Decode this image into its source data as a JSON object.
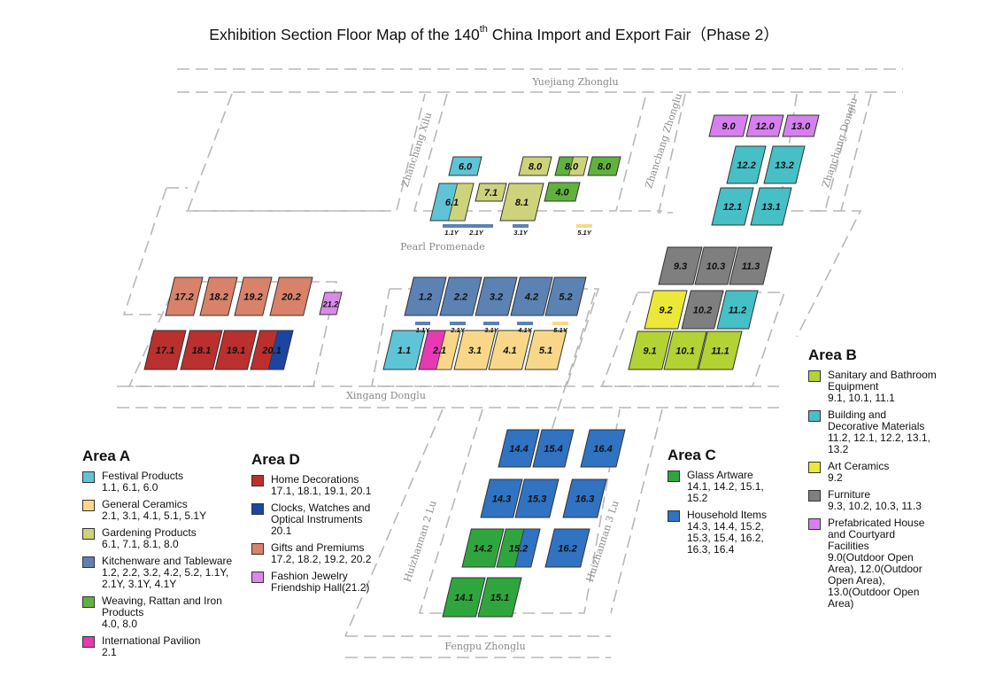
{
  "title": {
    "pre": "Exhibition Section Floor Map of the 140",
    "sup": "th",
    "post": " China Import and Export Fair（Phase 2）"
  },
  "colors": {
    "festival": "#5fc4d6",
    "ceramics": "#f8d888",
    "gardening": "#ccd37a",
    "kitchen": "#5b82b2",
    "weaving": "#60b23e",
    "intl": "#e639b3",
    "home": "#b9302e",
    "clocks": "#1c45a2",
    "gifts": "#d8826a",
    "fashion": "#d98ae9",
    "sanitary": "#b3d233",
    "building": "#46bfc6",
    "artcer": "#ece839",
    "furniture": "#7f7f7f",
    "prefab": "#d67fef",
    "glass": "#2fa63d",
    "household": "#2f73c2"
  },
  "streets": [
    {
      "id": "yuejiang-zhonglu",
      "text": "Yuejiang Zhonglu"
    },
    {
      "id": "zhanchang-xilu",
      "text": "Zhanchang Xilu"
    },
    {
      "id": "zhanchang-zhonglu",
      "text": "Zhanchang Zhonglu"
    },
    {
      "id": "zhanchang-donglu",
      "text": "Zhanchang Donglu"
    },
    {
      "id": "pearl-promenade",
      "text": "Pearl Promenade"
    },
    {
      "id": "xingang-donglu",
      "text": "Xingang Donglu"
    },
    {
      "id": "huizhannan-2-lu",
      "text": "Huizhannan 2 Lu"
    },
    {
      "id": "huizhannan-3-lu",
      "text": "Huizhannan 3 Lu"
    },
    {
      "id": "fengpu-zhonglu",
      "text": "Fengpu Zhonglu"
    }
  ],
  "halls": [
    {
      "label": "6.0",
      "fills": [
        "festival"
      ]
    },
    {
      "label": "8.0",
      "fills": [
        "gardening"
      ]
    },
    {
      "label": "8.0",
      "fills": [
        "weaving",
        "gardening"
      ]
    },
    {
      "label": "8.0",
      "fills": [
        "weaving"
      ]
    },
    {
      "label": "6.1",
      "fills": [
        "festival",
        "gardening"
      ]
    },
    {
      "label": "7.1",
      "fills": [
        "gardening"
      ]
    },
    {
      "label": "8.1",
      "fills": [
        "gardening"
      ]
    },
    {
      "label": "4.0",
      "fills": [
        "weaving"
      ]
    },
    {
      "label": "9.0",
      "fills": [
        "prefab"
      ]
    },
    {
      "label": "12.0",
      "fills": [
        "prefab"
      ]
    },
    {
      "label": "13.0",
      "fills": [
        "prefab"
      ]
    },
    {
      "label": "12.2",
      "fills": [
        "building"
      ]
    },
    {
      "label": "13.2",
      "fills": [
        "building"
      ]
    },
    {
      "label": "12.1",
      "fills": [
        "building"
      ]
    },
    {
      "label": "13.1",
      "fills": [
        "building"
      ]
    },
    {
      "label": "17.2",
      "fills": [
        "gifts"
      ]
    },
    {
      "label": "18.2",
      "fills": [
        "gifts"
      ]
    },
    {
      "label": "19.2",
      "fills": [
        "gifts"
      ]
    },
    {
      "label": "20.2",
      "fills": [
        "gifts"
      ]
    },
    {
      "label": "21.2",
      "fills": [
        "fashion"
      ]
    },
    {
      "label": "17.1",
      "fills": [
        "home"
      ]
    },
    {
      "label": "18.1",
      "fills": [
        "home"
      ]
    },
    {
      "label": "19.1",
      "fills": [
        "home"
      ]
    },
    {
      "label": "20.1",
      "fills": [
        "home",
        "clocks"
      ]
    },
    {
      "label": "1.2",
      "fills": [
        "kitchen"
      ]
    },
    {
      "label": "2.2",
      "fills": [
        "kitchen"
      ]
    },
    {
      "label": "3.2",
      "fills": [
        "kitchen"
      ]
    },
    {
      "label": "4.2",
      "fills": [
        "kitchen"
      ]
    },
    {
      "label": "5.2",
      "fills": [
        "kitchen"
      ]
    },
    {
      "label": "1.1",
      "fills": [
        "festival"
      ]
    },
    {
      "label": "2.1",
      "fills": [
        "intl",
        "ceramics"
      ]
    },
    {
      "label": "3.1",
      "fills": [
        "ceramics"
      ]
    },
    {
      "label": "4.1",
      "fills": [
        "ceramics"
      ]
    },
    {
      "label": "5.1",
      "fills": [
        "ceramics"
      ]
    },
    {
      "label": "9.3",
      "fills": [
        "furniture"
      ]
    },
    {
      "label": "10.3",
      "fills": [
        "furniture"
      ]
    },
    {
      "label": "11.3",
      "fills": [
        "furniture"
      ]
    },
    {
      "label": "9.2",
      "fills": [
        "artcer"
      ]
    },
    {
      "label": "10.2",
      "fills": [
        "furniture"
      ]
    },
    {
      "label": "11.2",
      "fills": [
        "building"
      ]
    },
    {
      "label": "9.1",
      "fills": [
        "sanitary"
      ]
    },
    {
      "label": "10.1",
      "fills": [
        "sanitary"
      ]
    },
    {
      "label": "11.1",
      "fills": [
        "sanitary"
      ]
    },
    {
      "label": "14.4",
      "fills": [
        "household"
      ]
    },
    {
      "label": "15.4",
      "fills": [
        "household"
      ]
    },
    {
      "label": "16.4",
      "fills": [
        "household"
      ]
    },
    {
      "label": "14.3",
      "fills": [
        "household"
      ]
    },
    {
      "label": "15.3",
      "fills": [
        "household"
      ]
    },
    {
      "label": "16.3",
      "fills": [
        "household"
      ]
    },
    {
      "label": "14.2",
      "fills": [
        "glass"
      ]
    },
    {
      "label": "15.2",
      "fills": [
        "glass",
        "household"
      ]
    },
    {
      "label": "16.2",
      "fills": [
        "household"
      ]
    },
    {
      "label": "14.1",
      "fills": [
        "glass"
      ]
    },
    {
      "label": "15.1",
      "fills": [
        "glass"
      ]
    }
  ],
  "mezzanines": [
    {
      "label": "1.1Y",
      "fill": "kitchen"
    },
    {
      "label": "2.1Y",
      "fill": "kitchen"
    },
    {
      "label": "3.1Y",
      "fill": "kitchen"
    },
    {
      "label": "5.1Y",
      "fill": "ceramics"
    },
    {
      "label": "1.1Y",
      "fill": "kitchen"
    },
    {
      "label": "2.1Y",
      "fill": "kitchen"
    },
    {
      "label": "3.1Y",
      "fill": "kitchen"
    },
    {
      "label": "4.1Y",
      "fill": "kitchen"
    },
    {
      "label": "5.1Y",
      "fill": "ceramics"
    }
  ],
  "legend": {
    "areaA": {
      "title": "Area A",
      "items": [
        {
          "color": "festival",
          "label": "Festival Products",
          "halls": "1.1, 6.1, 6.0"
        },
        {
          "color": "ceramics",
          "label": "General Ceramics",
          "halls": "2.1, 3.1, 4.1, 5.1, 5.1Y"
        },
        {
          "color": "gardening",
          "label": "Gardening Products",
          "halls": "6.1, 7.1, 8.1, 8.0"
        },
        {
          "color": "kitchen",
          "label": "Kitchenware and Tableware",
          "halls": "1.2, 2.2, 3.2, 4.2, 5.2, 1.1Y, 2.1Y, 3.1Y, 4.1Y"
        },
        {
          "color": "weaving",
          "label": "Weaving, Rattan and Iron Products",
          "halls": "4.0, 8.0"
        },
        {
          "color": "intl",
          "label": "International Pavilion",
          "halls": "2.1"
        }
      ]
    },
    "areaD": {
      "title": "Area D",
      "items": [
        {
          "color": "home",
          "label": "Home Decorations",
          "halls": "17.1, 18.1, 19.1, 20.1"
        },
        {
          "color": "clocks",
          "label": "Clocks, Watches and Optical Instruments",
          "halls": "20.1"
        },
        {
          "color": "gifts",
          "label": "Gifts and Premiums",
          "halls": "17.2, 18.2, 19.2, 20.2"
        },
        {
          "color": "fashion",
          "label": "Fashion Jewelry Friendship Hall(21.2)",
          "halls": ""
        }
      ]
    },
    "areaC": {
      "title": "Area C",
      "items": [
        {
          "color": "glass",
          "label": "Glass Artware",
          "halls": "14.1, 14.2, 15.1, 15.2"
        },
        {
          "color": "household",
          "label": "Household Items",
          "halls": "14.3, 14.4, 15.2, 15.3, 15.4, 16.2, 16.3, 16.4"
        }
      ]
    },
    "areaB": {
      "title": "Area B",
      "items": [
        {
          "color": "sanitary",
          "label": "Sanitary and Bathroom Equipment",
          "halls": "9.1, 10.1, 11.1"
        },
        {
          "color": "building",
          "label": "Building and Decorative Materials",
          "halls": "11.2, 12.1, 12.2, 13.1, 13.2"
        },
        {
          "color": "artcer",
          "label": "Art Ceramics",
          "halls": "9.2"
        },
        {
          "color": "furniture",
          "label": "Furniture",
          "halls": "9.3, 10.2, 10.3, 11.3"
        },
        {
          "color": "prefab",
          "label": "Prefabricated House and Courtyard Facilities",
          "halls": "9.0(Outdoor Open Area), 12.0(Outdoor Open Area), 13.0(Outdoor Open Area)"
        }
      ]
    }
  }
}
